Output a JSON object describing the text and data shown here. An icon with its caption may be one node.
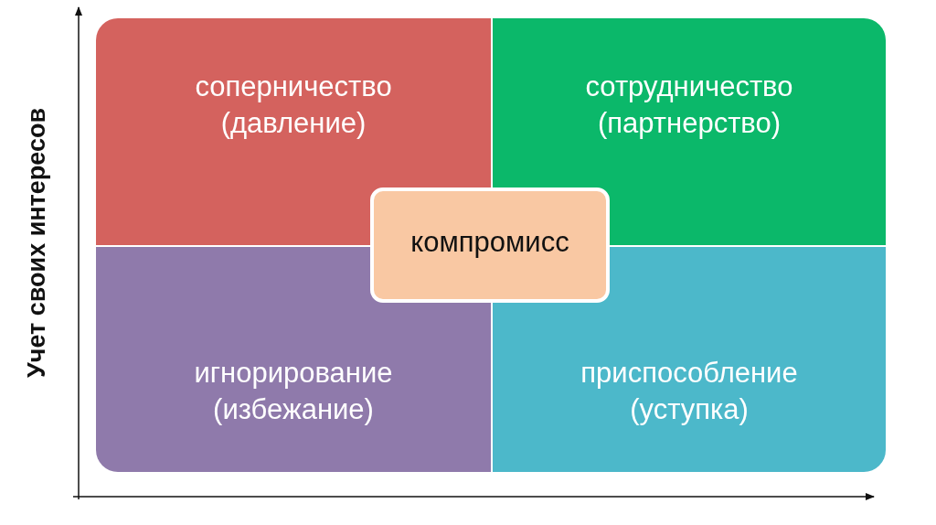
{
  "diagram": {
    "nodes": [
      {
        "text": [
          "соперничество (давление)"
        ]
      },
      {
        "text": [
          "сотрудничество (партнерство)"
        ]
      },
      {
        "text": [
          "игнорирование (избежание)"
        ]
      },
      {
        "text": [
          "приспособление (уступка)"
        ]
      },
      {
        "text": [
          "компромисс"
        ]
      }
    ],
    "labels": [
      "Учет своих интересов"
    ]
  }
}
